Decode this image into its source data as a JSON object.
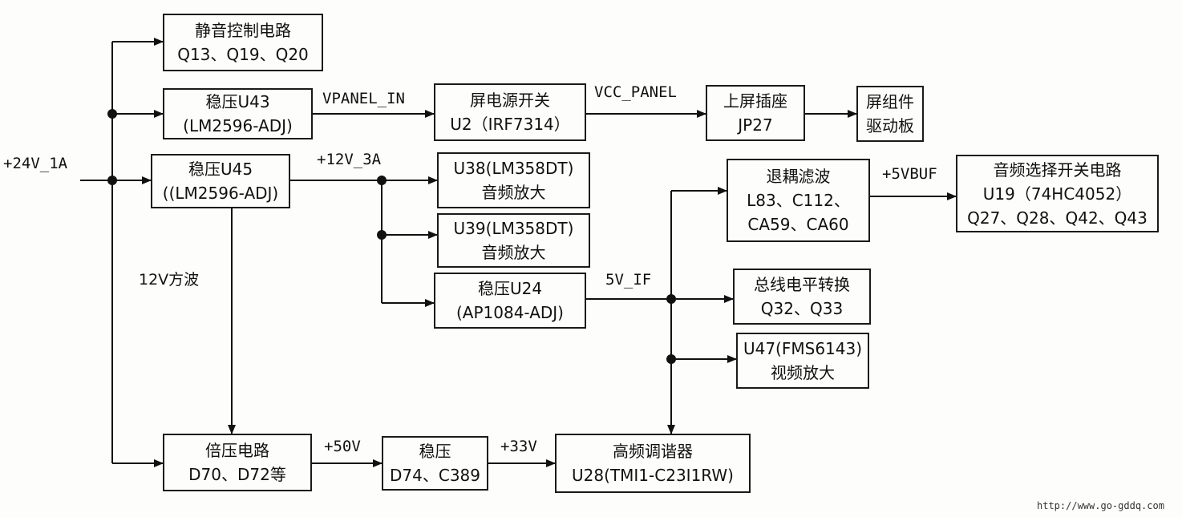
{
  "blocks": {
    "mute": [
      "静音控制电路",
      "Q13、Q19、Q20"
    ],
    "u43": [
      "稳压U43",
      "(LM2596-ADJ)"
    ],
    "screen_power": [
      "屏电源开关",
      "U2（IRF7314）"
    ],
    "upper_socket": [
      "上屏插座",
      "JP27"
    ],
    "panel_driver": [
      "屏组件",
      "驱动板"
    ],
    "u45": [
      "稳压U45",
      "((LM2596-ADJ)"
    ],
    "u38": [
      "U38(LM358DT)",
      "音频放大"
    ],
    "u39": [
      "U39(LM358DT)",
      "音频放大"
    ],
    "u24": [
      "稳压U24",
      "(AP1084-ADJ)"
    ],
    "decouple": [
      "退耦滤波",
      "L83、C112、",
      "CA59、CA60"
    ],
    "audio_switch": [
      "音频选择开关电路",
      "U19（74HC4052）",
      "Q27、Q28、Q42、Q43"
    ],
    "bus_level": [
      "总线电平转换",
      "Q32、Q33"
    ],
    "u47": [
      "U47(FMS6143)",
      "视频放大"
    ],
    "doubler": [
      "倍压电路",
      "D70、D72等"
    ],
    "reg33": [
      "稳压",
      "D74、C389"
    ],
    "tuner": [
      "高频调谐器",
      "U28(TMI1-C23I1RW)"
    ]
  },
  "labels": {
    "input": "+24V_1A",
    "vpanel_in": "VPANEL_IN",
    "vcc_panel": "VCC_PANEL",
    "v12_3a": "+12V_3A",
    "square_wave": "12V方波",
    "v5_if": "5V_IF",
    "v5buf": "+5VBUF",
    "v50": "+50V",
    "v33": "+33V"
  },
  "watermark": "http://www.go-gddq.com"
}
